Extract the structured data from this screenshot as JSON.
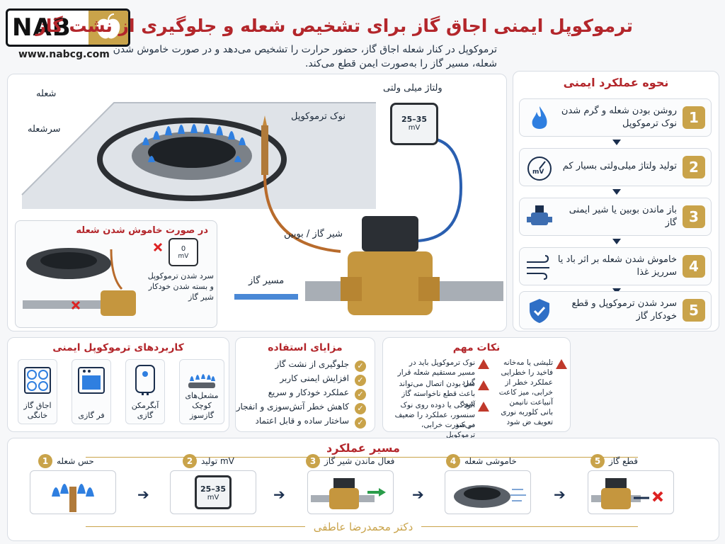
{
  "brand": {
    "name": "NAB",
    "url": "www.nabcg.com"
  },
  "title": "ترموکوپل ایمنی اجاق گاز برای تشخیص شعله و جلوگیری از نشت گاز",
  "subtitle": "ترموکوپل در کنار شعله اجاق گاز، حضور حرارت را تشخیص می‌دهد و در صورت خاموش شدن شعله، مسیر گاز را به‌صورت ایمن قطع می‌کند.",
  "main_diagram": {
    "labels": {
      "flame": "شعله",
      "burner": "سرشعله",
      "thermocouple_tip": "نوک ترموکوپل",
      "millivolt": "ولتاژ میلی ولتی",
      "gas_valve": "شیر گاز / بوبین",
      "gas_path": "مسیر گاز"
    },
    "gauge": {
      "value": "25–35",
      "unit": "mV"
    }
  },
  "flame_out": {
    "title": "در صورت خاموش شدن شعله",
    "gauge": {
      "value": "0",
      "unit": "mV"
    },
    "caption": "سرد شدن ترموکوپل و بسته شدن خودکار شیر گاز"
  },
  "how_it_works": {
    "title": "نحوه عملکرد ایمنی",
    "steps": [
      {
        "num": "1",
        "text": "روشن بودن شعله و گرم شدن نوک ترموکوپل",
        "icon": "flame-icon"
      },
      {
        "num": "2",
        "text": "تولید ولتاژ میلی‌ولتی بسیار کم",
        "icon": "gauge-icon",
        "icon_text": "mV"
      },
      {
        "num": "3",
        "text": "باز ماندن بوبین یا شیر ایمنی گاز",
        "icon": "valve-icon"
      },
      {
        "num": "4",
        "text": "خاموش شدن شعله بر اثر باد یا سرریز غذا",
        "icon": "wind-icon"
      },
      {
        "num": "5",
        "text": "سرد شدن ترموکوپل و قطع خودکار گاز",
        "icon": "shield-check-icon"
      }
    ]
  },
  "applications": {
    "title": "کاربردهای ترموکوپل ایمنی",
    "items": [
      {
        "label": "اجاق گاز خانگی",
        "icon": "cooktop-icon"
      },
      {
        "label": "فر گازی",
        "icon": "oven-icon"
      },
      {
        "label": "آبگرمکن گازی",
        "icon": "water-heater-icon"
      },
      {
        "label": "مشعل‌های کوچک گازسوز",
        "icon": "burner-icon"
      }
    ]
  },
  "benefits": {
    "title": "مزایای استفاده",
    "items": [
      "جلوگیری از نشت گاز",
      "افزایش ایمنی کاربر",
      "عملکرد خودکار و سریع",
      "کاهش خطر آتش‌سوزی و انفجار",
      "ساختار ساده و قابل اعتماد"
    ]
  },
  "tips": {
    "title": "نکات مهم",
    "left": [
      "نوک ترموکوپل باید در مسیر مستقیم شعله قرار گیرد",
      "شل بودن اتصال می‌تواند باعث قطع ناخواسته گاز شود",
      "آلودگی یا دوده روی نوک سنسور، عملکرد را ضعیف می‌کند",
      "در صورت خرابی، ترموکوپل"
    ],
    "right": [
      "تلیشی یا مه‌خانه",
      "فاخید را خطرایی",
      "عملکرد خطر از",
      "خرابی، میز کاعت",
      "آنبیاعت نانیمن",
      "بانی کلوربه نوری",
      "تعویف ض شود"
    ]
  },
  "flow": {
    "title": "مسیر عملکرد",
    "steps": [
      {
        "num": "1",
        "label": "حس شعله"
      },
      {
        "num": "2",
        "label": "mV تولید",
        "gauge_value": "25–35",
        "gauge_unit": "mV"
      },
      {
        "num": "3",
        "label": "فعال ماندن شیر گاز"
      },
      {
        "num": "4",
        "label": "خاموشی شعله"
      },
      {
        "num": "5",
        "label": "قطع گاز"
      }
    ]
  },
  "author": "دکتر محمدرضا عاطفی",
  "colors": {
    "accent_gold": "#c9a34a",
    "title_red": "#b3262b",
    "navy": "#1b2f4e",
    "flame_blue": "#2f7fe0"
  }
}
